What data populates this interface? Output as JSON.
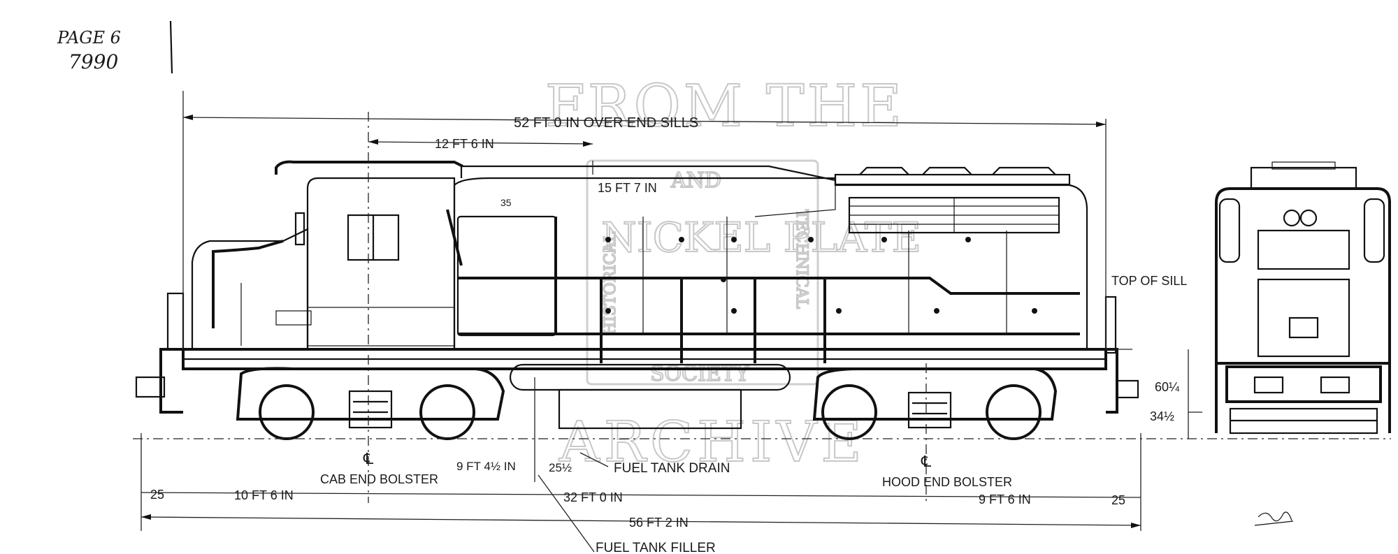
{
  "annotations": {
    "page_note_line1": "PAGE 6",
    "page_note_line2": "7990",
    "overall_length": "52 FT 0 IN OVER END SILLS",
    "cab_dim": "12 FT 6 IN",
    "body_dim": "15 FT 7 IN",
    "top_of_sill": "TOP OF SILL",
    "cab_end_bolster": "CAB END BOLSTER",
    "hood_end_bolster": "HOOD END BOLSTER",
    "dim_9_4": "9 FT 4½ IN",
    "dim_25_half": "25½",
    "fuel_tank_drain": "FUEL TANK DRAIN",
    "fuel_tank_filler": "FUEL TANK FILLER",
    "dim_25_left": "25",
    "dim_10_6": "10 FT 6 IN",
    "dim_32_0": "32 FT 0 IN",
    "dim_9_6": "9 FT 6 IN",
    "dim_25_right": "25",
    "dim_56_2": "56 FT 2 IN",
    "dim_60": "60¼",
    "dim_34": "34½",
    "cab_number": "35"
  },
  "watermark": {
    "line1": "FROM THE",
    "line2": "AND",
    "line3": "NICKEL PLATE",
    "line4": "SOCIETY",
    "line5": "ARCHIVE",
    "ring_left": "HISTORICAL",
    "ring_right": "TECHNICAL"
  },
  "colors": {
    "ink": "#111111",
    "watermark": "#c8c8c8"
  }
}
